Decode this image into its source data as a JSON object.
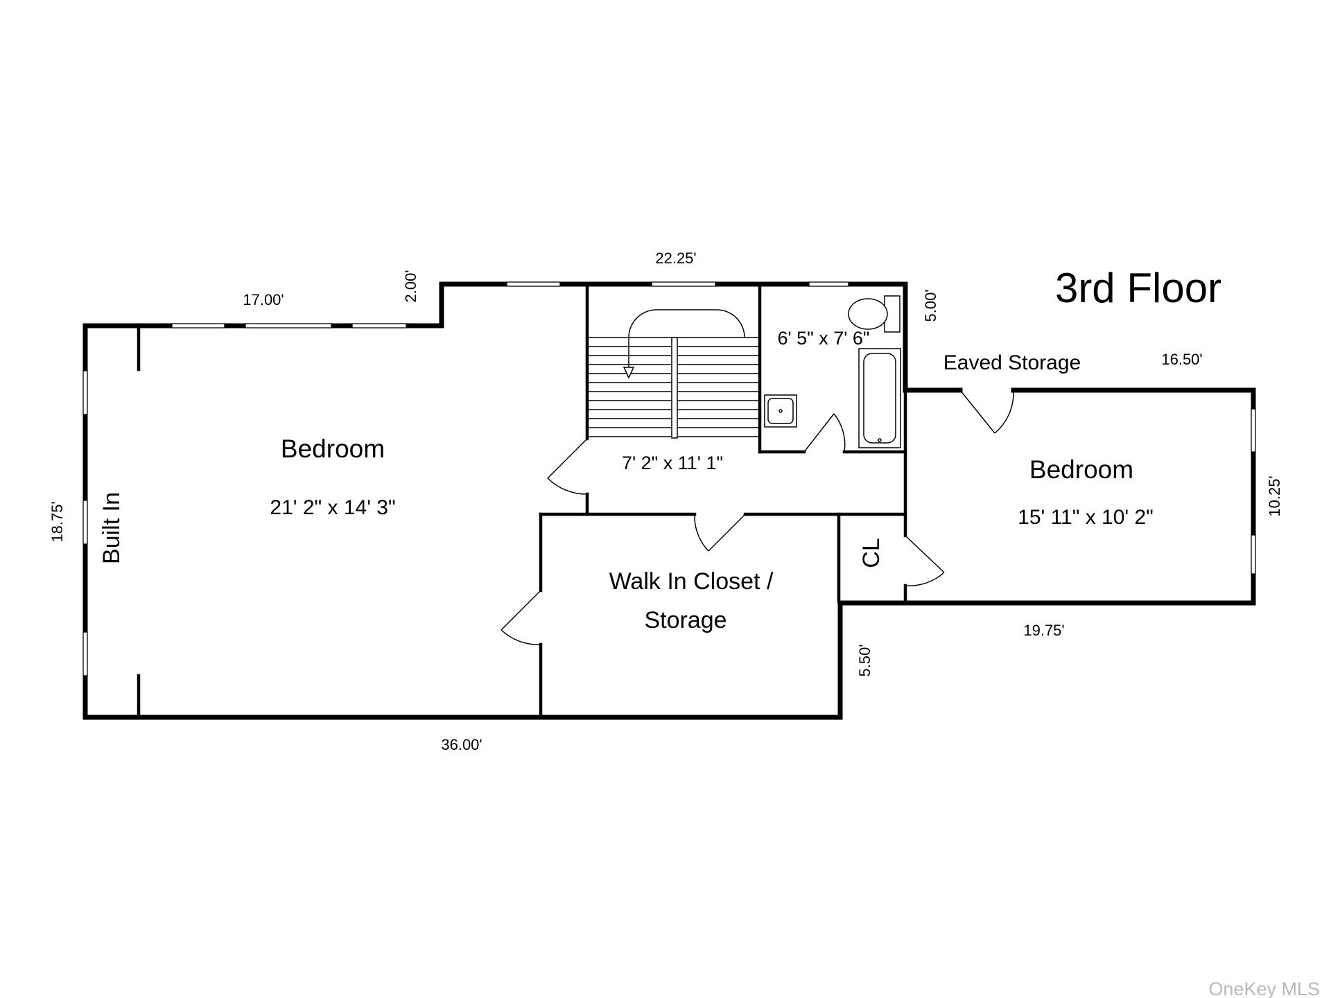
{
  "title": "3rd Floor",
  "watermark": "OneKey MLS",
  "rooms": {
    "bedroom_main": {
      "label": "Bedroom",
      "dimensions": "21' 2\" x 14' 3\""
    },
    "bedroom_right": {
      "label": "Bedroom",
      "dimensions": "15' 11\" x 10' 2\""
    },
    "hall": {
      "dimensions": "7' 2\" x 11' 1\""
    },
    "bath": {
      "dimensions": "6' 5\" x 7' 6\""
    },
    "walk_in_closet": {
      "line1": "Walk In Closet /",
      "line2": "Storage"
    },
    "closet": {
      "label": "CL"
    },
    "built_in": {
      "label": "Built In"
    },
    "eaved_storage": {
      "label": "Eaved Storage"
    }
  },
  "measurements": {
    "top_left": "17.00'",
    "step_left": "2.00'",
    "top_middle": "22.25'",
    "right_step": "5.00'",
    "right_top": "16.50'",
    "right_side": "10.25'",
    "right_bottom": "19.75'",
    "bottom_step": "5.50'",
    "bottom": "36.00'",
    "left_side": "18.75'"
  },
  "colors": {
    "walls": "#000000",
    "background": "#ffffff",
    "watermark": "#b8b8b8"
  }
}
